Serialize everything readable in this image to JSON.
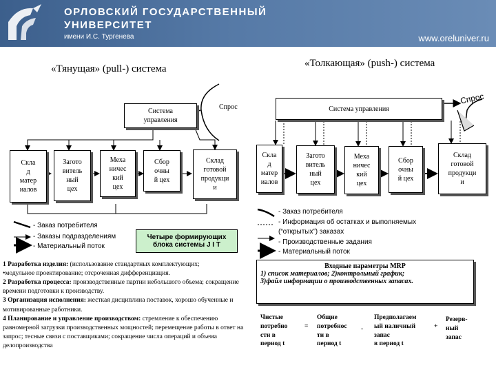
{
  "header": {
    "university_line1": "ОРЛОВСКИЙ ГОСУДАРСТВЕННЫЙ",
    "university_line2": "УНИВЕРСИТЕТ",
    "university_line3": "имени И.С. Тургенева",
    "website": "www.oreluniver.ru"
  },
  "pull": {
    "title": "«Тянущая» (pull-) система",
    "demand": "Спрос",
    "control": "Система\nуправления",
    "stages": [
      "Скла\nд\nматер\nиалов",
      "Загото\nвитель\nный\nцех",
      "Меха\nничес\nкий\nцех",
      "Сбор\nочны\nй цех",
      "Склад\nготовой\nпродукци\nи"
    ],
    "legend": [
      "- Заказ потребителя",
      "- Заказы подразделениям",
      "- Материальный поток"
    ],
    "four_blocks_line1": "Четыре формирующих",
    "four_blocks_line2": "блока системы J I T",
    "blocks": [
      {
        "head": "1 Разработка изделия:",
        "text": " (использование стандартных комплектующих;"
      },
      {
        "head": "",
        "text": "•модульное проектирование; отсроченная дифференциация."
      },
      {
        "head": "2 Разработка процесса:",
        "text": " производственные партии небольшого объема; сокращение времени подготовки к производству."
      },
      {
        "head": "3 Организация исполнения:",
        "text": " жесткая дисциплина поставок, хорошо обученные и мотивированные работники."
      },
      {
        "head": "4 Планирование и управление производством:",
        "text": " стремление к обеспечению равномерной загрузки производственных мощностей; перемещение работы в ответ на запрос; тесные связи с поставщиками; сокращение числа операций и объема делопроизводства"
      }
    ]
  },
  "push": {
    "title": "«Толкающая» (push-) система",
    "demand": "Спрос",
    "control": "Система управления",
    "stages": [
      "Скла\nд\nматер\nиалов",
      "Загото\nвитель\nный\nцех",
      "Меха\nничес\nкий\nцех",
      "Сбор\nочны\nй цех",
      "Склад\nготовой\nпродукци\nи"
    ],
    "legend": [
      "- Заказ потребителя",
      "- Информация об остатках и выполняемых",
      "(“открытых”) заказах",
      "- Производственные задания",
      "- Материальный поток"
    ],
    "mrp_title": "Входные параметры MRP",
    "mrp_line1": "1) список материалов; 2)контрольный график;",
    "mrp_line2": "3)файл информации о производственных запасах.",
    "formula": [
      "Чистые\nпотребно\nсти в\nпериод t",
      "=",
      "Общие\nпотребнос\nти в\nпериод t",
      "-",
      "Предполагаем\nый наличный\nзапас\nв период t",
      "+",
      "Резерв-\nный\nзапас"
    ]
  },
  "colors": {
    "banner": "#4a6c98",
    "four_blocks_bg": "#ccf0cc"
  }
}
